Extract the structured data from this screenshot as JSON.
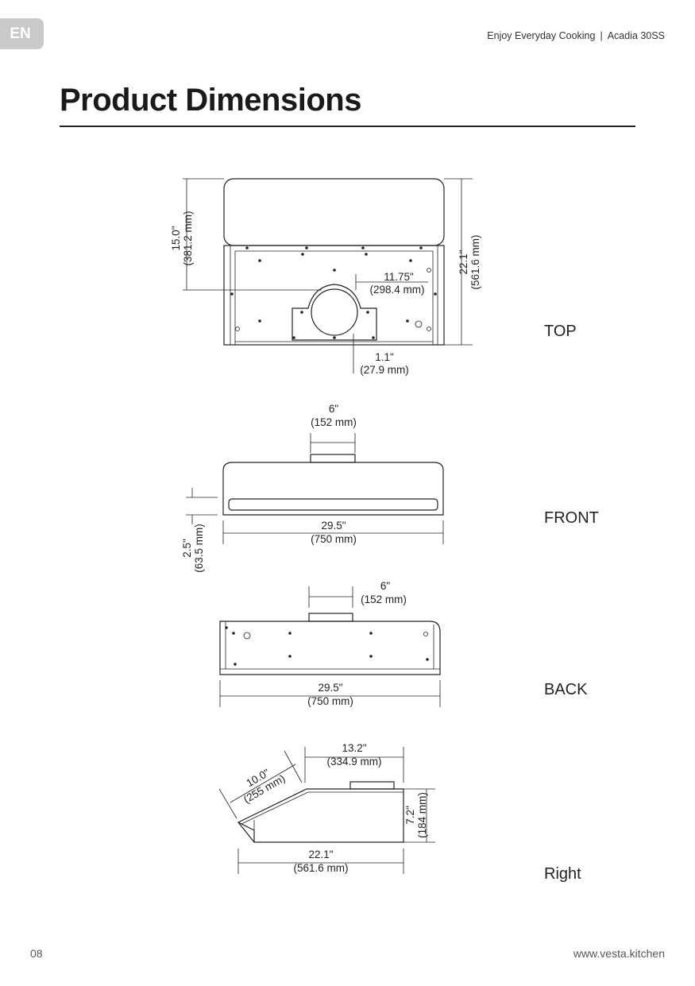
{
  "header": {
    "lang_badge": "EN",
    "tagline": "Enjoy Everyday Cooking",
    "separator": "|",
    "model": "Acadia 30SS"
  },
  "title": "Product Dimensions",
  "views": {
    "top": {
      "label": "TOP",
      "dims": {
        "depth_in": "15.0\"",
        "depth_mm": "(381.2 mm)",
        "offset_in": "11.75\"",
        "offset_mm": "(298.4 mm)",
        "height_in": "22.1\"",
        "height_mm": "(561.6 mm)",
        "inset_in": "1.1\"",
        "inset_mm": "(27.9 mm)"
      }
    },
    "front": {
      "label": "FRONT",
      "dims": {
        "duct_in": "6\"",
        "duct_mm": "(152 mm)",
        "width_in": "29.5\"",
        "width_mm": "(750 mm)",
        "edge_in": "2.5\"",
        "edge_mm": "(63.5 mm)"
      }
    },
    "back": {
      "label": "BACK",
      "dims": {
        "duct_in": "6\"",
        "duct_mm": "(152 mm)",
        "width_in": "29.5\"",
        "width_mm": "(750 mm)"
      }
    },
    "right": {
      "label": "Right",
      "dims": {
        "slope_in": "10.0\"",
        "slope_mm": "(255 mm)",
        "top_in": "13.2\"",
        "top_mm": "(334.9 mm)",
        "height_in": "7.2\"",
        "height_mm": "(184 mm)",
        "depth_in": "22.1\"",
        "depth_mm": "(561.6 mm)"
      }
    }
  },
  "footer": {
    "page_number": "08",
    "url": "www.vesta.kitchen"
  }
}
